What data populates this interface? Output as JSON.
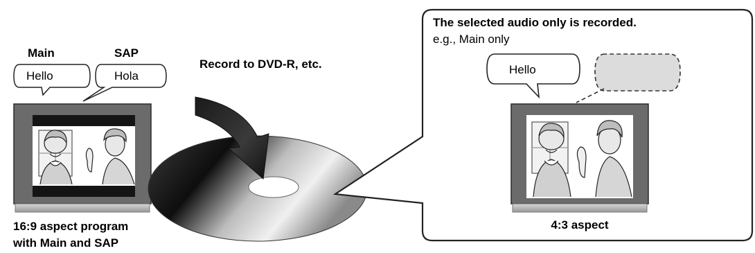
{
  "left": {
    "main_label": "Main",
    "sap_label": "SAP",
    "main_bubble": "Hello",
    "sap_bubble": "Hola",
    "caption_line1": "16:9 aspect program",
    "caption_line2": "with Main and SAP"
  },
  "center": {
    "record_label": "Record to DVD-R, etc."
  },
  "callout": {
    "title": "The selected audio only is recorded.",
    "subtitle": "e.g., Main only",
    "bubble": "Hello",
    "caption": "4:3 aspect"
  }
}
